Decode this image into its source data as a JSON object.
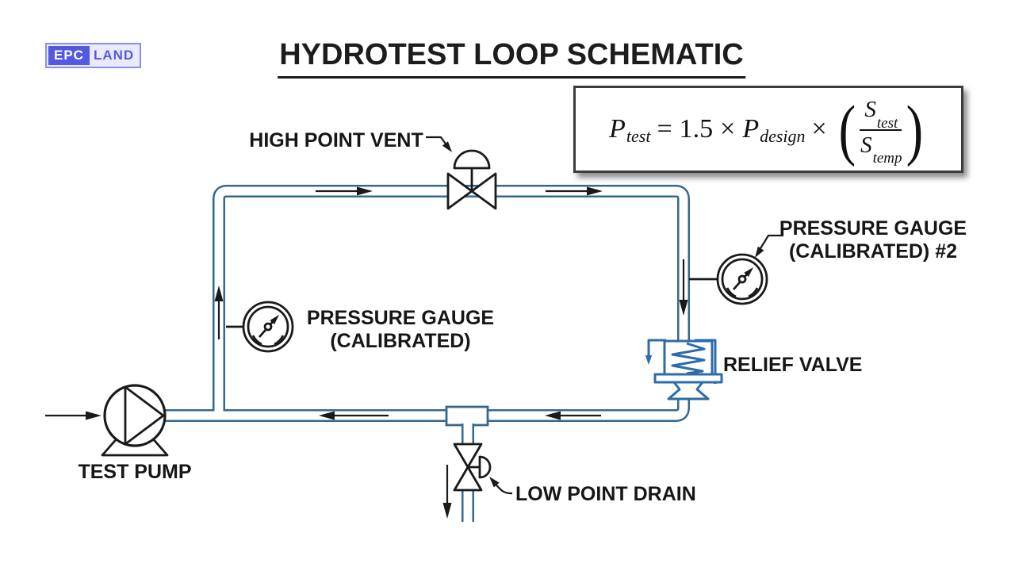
{
  "logo": {
    "text_primary": "EPC",
    "text_secondary": "LAND"
  },
  "title": {
    "text": "HYDROTEST LOOP SCHEMATIC"
  },
  "formula": {
    "lhs_base": "P",
    "lhs_sub": "test",
    "equals": "=",
    "coefficient": "1.5",
    "times_1": "×",
    "design_base": "P",
    "design_sub": "design",
    "times_2": "×",
    "paren_open": "(",
    "paren_close": ")",
    "numerator_base": "S",
    "numerator_sub": "test",
    "denominator_base": "S",
    "denominator_sub": "temp"
  },
  "labels": {
    "high_point_vent": "HIGH POINT VENT",
    "pressure_gauge_1_line_1": "PRESSURE GAUGE",
    "pressure_gauge_1_line_2": "(CALIBRATED)",
    "pressure_gauge_2_line_1": "PRESSURE GAUGE",
    "pressure_gauge_2_line_2": "(CALIBRATED) #2",
    "relief_valve": "RELIEF VALVE",
    "low_point_drain": "LOW POINT DRAIN",
    "test_pump": "TEST PUMP"
  },
  "colors": {
    "pipe": "#35688f",
    "relief": "#2d6ca6",
    "line": "#1a1a1a",
    "logo-accent": "#5459df",
    "logo-bg": "#e9eafb",
    "logo-border": "#8a8ef0"
  }
}
